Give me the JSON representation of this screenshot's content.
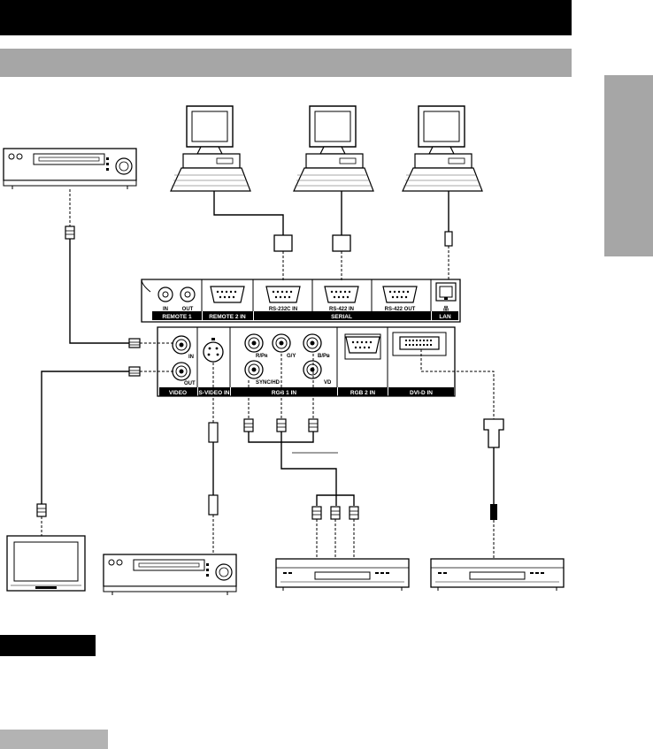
{
  "labels": {
    "remote1": "REMOTE 1",
    "remote1_in": "IN",
    "remote1_out": "OUT",
    "remote2_in": "REMOTE 2 IN",
    "rs232c_in": "RS-232C IN",
    "rs422_in": "RS-422 IN",
    "rs422_out": "RS-422 OUT",
    "serial": "SERIAL",
    "lan": "LAN",
    "video": "VIDEO",
    "video_in": "IN",
    "video_out": "OUT",
    "svideo_in": "S-VIDEO IN",
    "rgb1_in": "RGB 1 IN",
    "rgb2_in": "RGB 2 IN",
    "dvid_in": "DVI-D IN",
    "r_pr": "R/Pʀ",
    "g_y": "G/Y",
    "b_pb": "B/Pʙ",
    "sync_hd": "SYNC/HD",
    "vd": "VD"
  }
}
